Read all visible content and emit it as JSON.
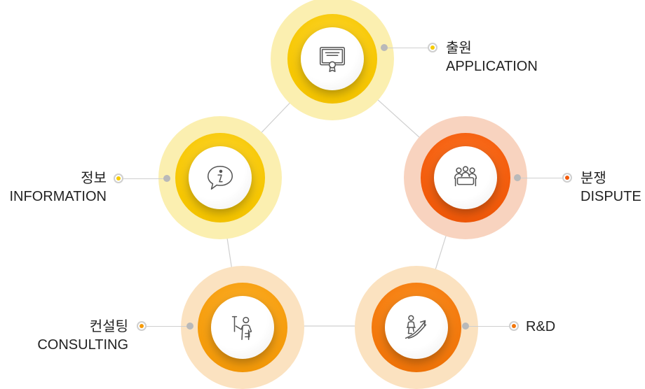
{
  "colors": {
    "yellow": "#f6cb00",
    "yellow_halo": "#fbefb0",
    "orange_red": "#f25a0a",
    "orange_red_halo": "#f8d3bf",
    "orange": "#f59b0a",
    "orange_halo": "#fbe2c0",
    "connector": "#cfcfcf"
  },
  "items": [
    {
      "key": "application",
      "ko": "출원",
      "en": "APPLICATION",
      "icon": "certificate-icon"
    },
    {
      "key": "dispute",
      "ko": "분쟁",
      "en": "DISPUTE",
      "icon": "meeting-table-icon"
    },
    {
      "key": "rnd",
      "ko": "",
      "en": "R&D",
      "icon": "growth-arrow-icon"
    },
    {
      "key": "consulting",
      "ko": "컨설팅",
      "en": "CONSULTING",
      "icon": "presenter-icon"
    },
    {
      "key": "information",
      "ko": "정보",
      "en": "INFORMATION",
      "icon": "info-chat-icon"
    }
  ]
}
